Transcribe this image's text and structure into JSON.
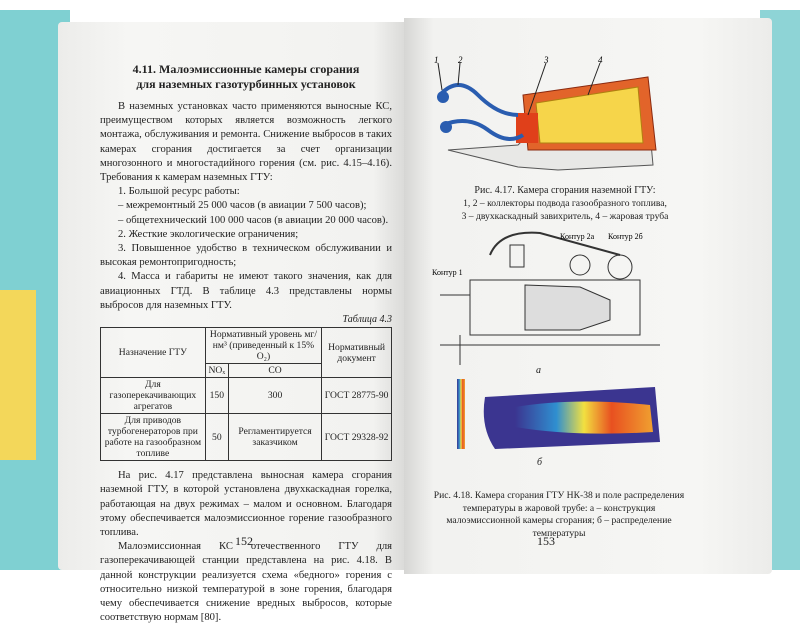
{
  "left_page": {
    "heading_line1": "4.11. Малоэмиссионные камеры сгорания",
    "heading_line2": "для наземных газотурбинных установок",
    "paragraphs": [
      "В наземных установках часто применяются выносные КС, преимуществом которых является возможность легкого монтажа, обслуживания и ремонта. Снижение выбросов в таких камерах сгорания достигается за счет организации многозонного и многостадийного горения (см. рис. 4.15–4.16). Требования к камерам наземных ГТУ:",
      "1. Большой ресурс работы:",
      "–  межремонтный 25 000 часов (в авиации 7 500 часов);",
      "–  общетехнический 100 000 часов (в авиации 20 000 часов).",
      "2. Жесткие экологические ограничения;",
      "3. Повышенное удобство в техническом обслуживании и высокая ремонтопригодность;",
      "4. Масса и габариты не имеют такого значения, как для авиационных ГТД. В таблице 4.3 представлены нормы выбросов для наземных ГТУ."
    ],
    "table_label": "Таблица 4.3",
    "table": {
      "h_purpose": "Назначение ГТУ",
      "h_level": "Нормативный уровень мг/нм³ (приведенный к 15% O₂)",
      "h_doc": "Нормативный документ",
      "h_nox": "NOₓ",
      "h_co": "CO",
      "rows": [
        {
          "purpose": "Для газоперекачивающих агрегатов",
          "nox": "150",
          "co": "300",
          "doc": "ГОСТ 28775-90"
        },
        {
          "purpose": "Для приводов турбогенераторов при работе на газообразном топливе",
          "nox": "50",
          "co": "Регламентируется заказчиком",
          "doc": "ГОСТ 29328-92"
        }
      ]
    },
    "paragraphs2": [
      "На рис. 4.17 представлена выносная камера сгорания наземной ГТУ, в которой установлена двухкаскадная горелка, работающая на двух режимах – малом и основном. Благодаря этому обеспечивается малоэмиссионное горение газообразного топлива.",
      "Малоэмиссионная КС отечественного ГТУ для газоперекачивающей станции представлена на рис. 4.18. В данной конструкции реализуется схема «бедного» горения с относительно низкой температурой в зоне горения, благодаря чему обеспечивается снижение вредных выбросов, которые соответствую нормам [80]."
    ],
    "page_number": "152"
  },
  "right_page": {
    "fig1_labels": [
      "1",
      "2",
      "3",
      "4"
    ],
    "fig1_caption_line1": "Рис. 4.17. Камера сгорания наземной ГТУ:",
    "fig1_caption_line2": "1, 2 – коллекторы подвода газообразного топлива,",
    "fig1_caption_line3": "3 – двухкаскадный завихритель, 4 – жаровая труба",
    "contour1": "Контур 1",
    "contour2a": "Контур 2а",
    "contour2b": "Контур 2б",
    "sub_a": "а",
    "sub_b": "б",
    "fig2_caption": "Рис. 4.18. Камера сгорания ГТУ НК-38 и поле распределения температуры в жаровой трубе: а – конструкция малоэмиссионной камеры сгорания; б – распределение температуры",
    "page_number": "153"
  }
}
